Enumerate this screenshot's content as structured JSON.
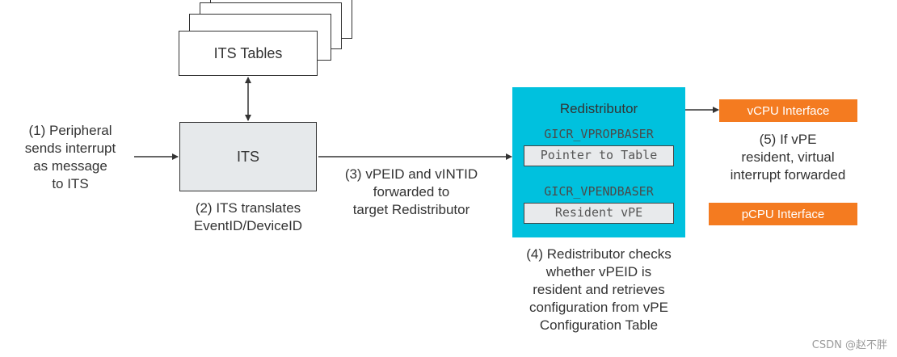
{
  "its_tables": {
    "label": "ITS Tables"
  },
  "its": {
    "label": "ITS"
  },
  "redistributor": {
    "title": "Redistributor",
    "registers": [
      {
        "name": "GICR_VPROPBASER",
        "value": "Pointer to Table"
      },
      {
        "name": "GICR_VPENDBASER",
        "value": "Resident vPE"
      }
    ]
  },
  "vcpu_interface": {
    "label": "vCPU Interface"
  },
  "pcpu_interface": {
    "label": "pCPU Interface"
  },
  "steps": {
    "step1": [
      "(1) Peripheral",
      "sends interrupt",
      "as message",
      "to ITS"
    ],
    "step2": [
      "(2) ITS translates",
      "EventID/DeviceID"
    ],
    "step3": [
      "(3) vPEID and vINTID",
      "forwarded to",
      "target Redistributor"
    ],
    "step4": [
      "(4) Redistributor checks",
      "whether vPEID is",
      "resident and retrieves",
      "configuration from vPE",
      "Configuration Table"
    ],
    "step5": [
      "(5) If vPE",
      "resident, virtual",
      "interrupt forwarded"
    ]
  },
  "watermark": "CSDN @赵不胖",
  "colors": {
    "redistributor": "#00c1de",
    "cpu_interface": "#f47b20",
    "its_fill": "#e6e9eb",
    "stroke": "#333333"
  }
}
